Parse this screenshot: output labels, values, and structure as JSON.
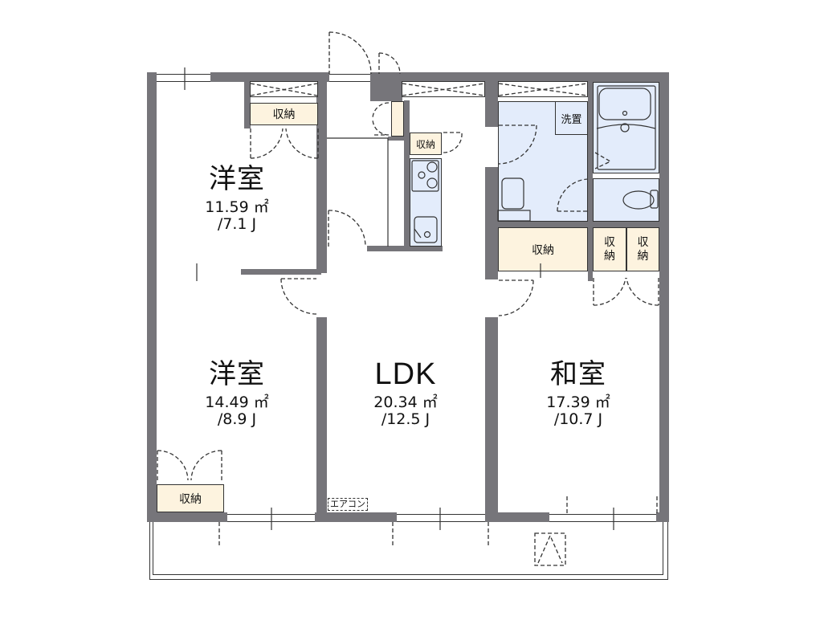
{
  "floorplan": {
    "rooms": [
      {
        "id": "western-room-1",
        "name": "洋室",
        "area": "11.59 ㎡",
        "jo": "/7.1 J"
      },
      {
        "id": "western-room-2",
        "name": "洋室",
        "area": "14.49 ㎡",
        "jo": "/8.9 J"
      },
      {
        "id": "ldk",
        "name": "LDK",
        "area": "20.34 ㎡",
        "jo": "/12.5 J"
      },
      {
        "id": "japanese-room",
        "name": "和室",
        "area": "17.39 ㎡",
        "jo": "/10.7 J"
      }
    ],
    "storage": {
      "room1_closet": "収納",
      "kitchen_closet": "収納",
      "room2_closet": "収納",
      "japanese_closet": "収納",
      "small_closet_a": [
        "収",
        "納"
      ],
      "small_closet_b": [
        "収",
        "納"
      ]
    },
    "fixtures": {
      "washer": "洗置",
      "aircon": "エアコン"
    },
    "colors": {
      "wall": "#76757a",
      "storage_fill": "#fdf3df",
      "wet_area_fill": "#e3ecfb"
    }
  }
}
